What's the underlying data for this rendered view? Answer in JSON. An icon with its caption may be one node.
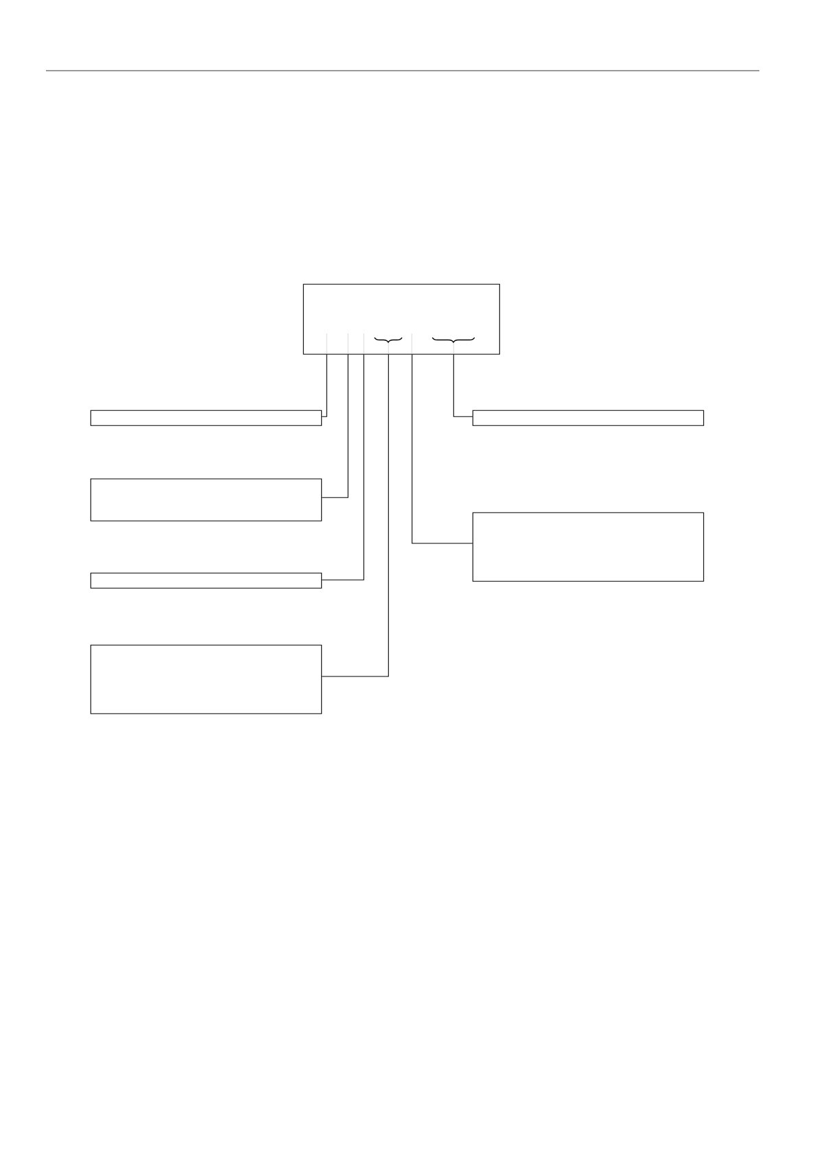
{
  "diagram": {
    "nodes": [
      {
        "text": [],
        "shape": "box"
      },
      {
        "text": [],
        "shape": "box"
      },
      {
        "text": [],
        "shape": "box"
      },
      {
        "text": [],
        "shape": "box"
      },
      {
        "text": [],
        "shape": "box"
      },
      {
        "text": [],
        "shape": "box"
      },
      {
        "text": [],
        "shape": "box"
      }
    ],
    "edges": [
      {
        "from": 1,
        "to": 0,
        "arrow": "none"
      },
      {
        "from": 2,
        "to": 0,
        "arrow": "none"
      },
      {
        "from": 3,
        "to": 0,
        "arrow": "none"
      },
      {
        "from": 4,
        "to": 0,
        "arrow": "none"
      },
      {
        "from": 5,
        "to": 0,
        "arrow": "none"
      },
      {
        "from": 6,
        "to": 0,
        "arrow": "none"
      }
    ]
  }
}
